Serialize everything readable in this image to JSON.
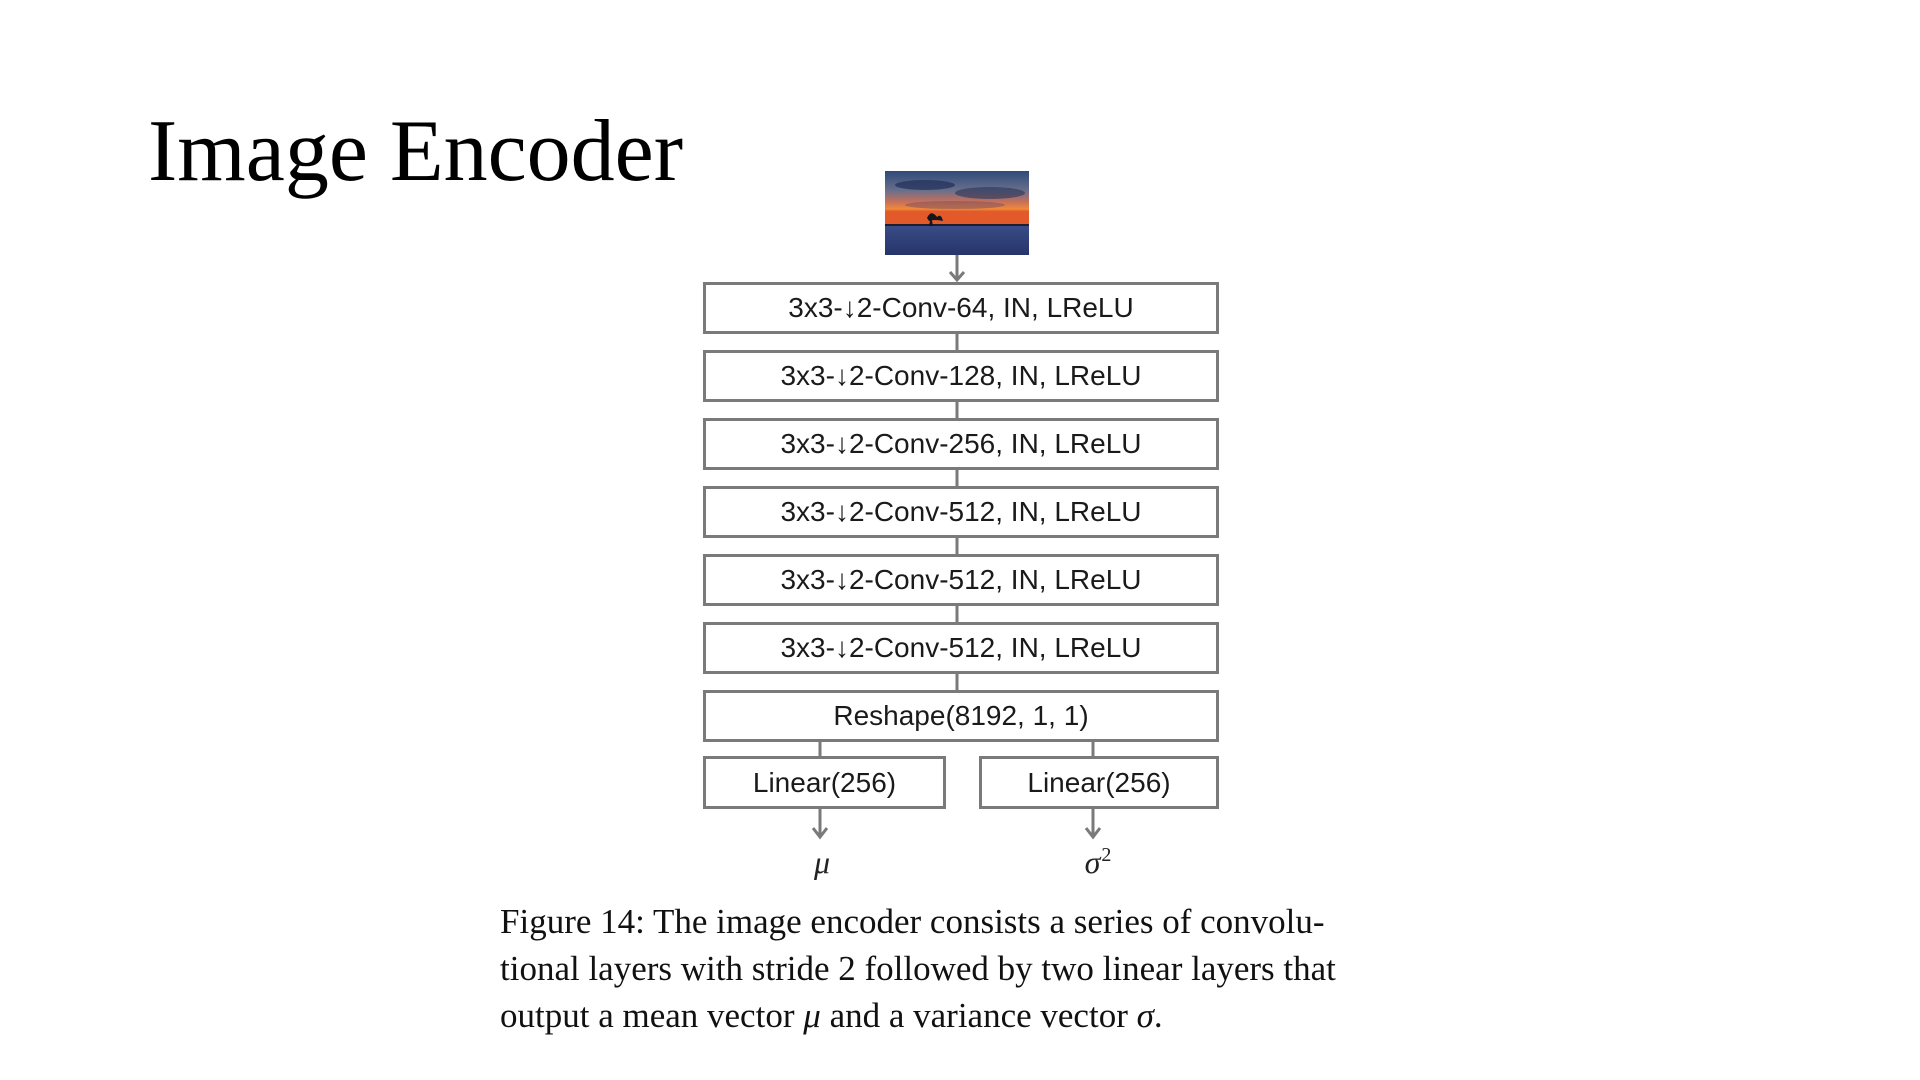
{
  "slide": {
    "title": "Image Encoder"
  },
  "diagram": {
    "input_image_icon": "sunset-landscape-photo",
    "layers": [
      "3x3-↓2-Conv-64, IN, LReLU",
      "3x3-↓2-Conv-128, IN, LReLU",
      "3x3-↓2-Conv-256, IN, LReLU",
      "3x3-↓2-Conv-512, IN, LReLU",
      "3x3-↓2-Conv-512, IN, LReLU",
      "3x3-↓2-Conv-512, IN, LReLU",
      "Reshape(8192, 1, 1)"
    ],
    "heads": [
      "Linear(256)",
      "Linear(256)"
    ],
    "outputs": {
      "left": "μ",
      "right": "σ",
      "right_superscript": "2"
    },
    "colors": {
      "box_border": "#7a7a7a",
      "connector": "#7a7a7a",
      "text": "#1a1a1a"
    }
  },
  "caption": {
    "line1": "Figure 14: The image encoder consists a series of convolu-",
    "line2": "tional layers with stride 2 followed by two linear layers that",
    "line3_before_mu": "output a mean vector ",
    "mu": "μ",
    "line3_middle": " and a variance vector ",
    "sigma": "σ",
    "line3_end": "."
  }
}
